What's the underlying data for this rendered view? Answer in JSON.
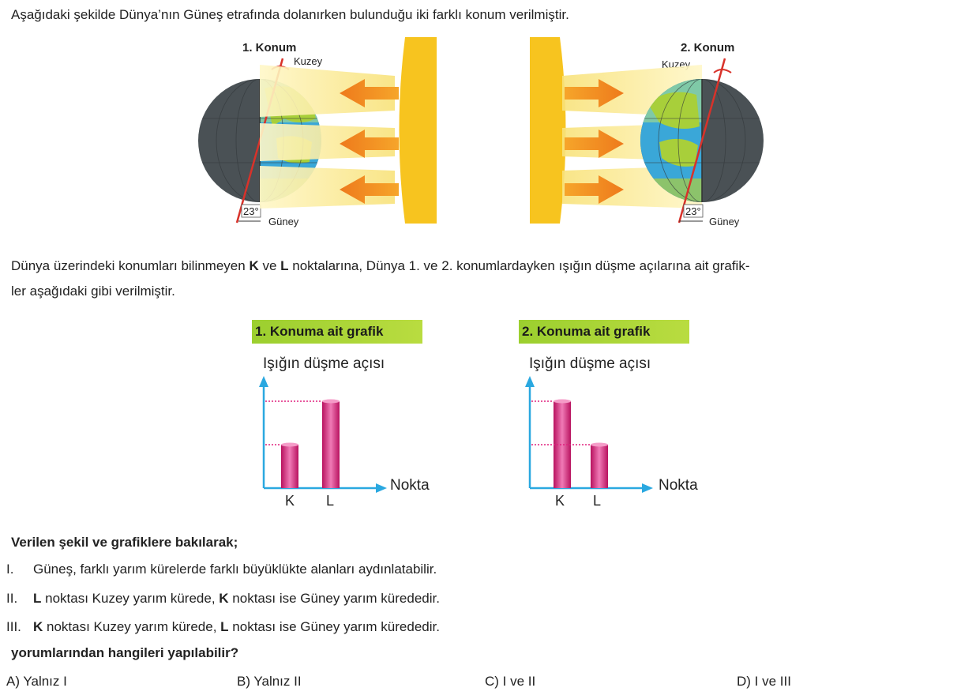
{
  "intro": "Aşağıdaki şekilde Dünya’nın Güneş etrafında dolanırken bulunduğu iki farklı konum verilmiştir.",
  "figure": {
    "position1": {
      "title": "1. Konum",
      "north": "Kuzey",
      "south": "Güney",
      "tilt": "23°"
    },
    "position2": {
      "title": "2. Konum",
      "north": "Kuzey",
      "south": "Güney",
      "tilt": "23°"
    }
  },
  "paragraph": {
    "part1": "Dünya üzerindeki konumları bilinmeyen ",
    "k": "K",
    "part2": " ve ",
    "l": "L",
    "part3": " noktalarına, Dünya 1. ve 2. konumlardayken ışığın düşme açılarına ait grafik-",
    "line2": "ler aşağıdaki gibi verilmiştir."
  },
  "graphs": {
    "graph1": {
      "title": "1. Konuma ait grafik",
      "ylabel": "Işığın düşme açısı",
      "xlabel": "Nokta",
      "k": "K",
      "l": "L"
    },
    "graph2": {
      "title": "2. Konuma ait grafik",
      "ylabel": "Işığın düşme açısı",
      "xlabel": "Nokta",
      "k": "K",
      "l": "L"
    }
  },
  "chart_data": [
    {
      "type": "bar",
      "title": "1. Konuma ait grafik",
      "ylabel": "Işığın düşme açısı",
      "xlabel": "Nokta",
      "categories": [
        "K",
        "L"
      ],
      "values": [
        0.5,
        1.0
      ]
    },
    {
      "type": "bar",
      "title": "2. Konuma ait grafik",
      "ylabel": "Işığın düşme açısı",
      "xlabel": "Nokta",
      "categories": [
        "K",
        "L"
      ],
      "values": [
        1.0,
        0.5
      ]
    }
  ],
  "question": {
    "lead": "Verilen şekil ve grafiklere bakılarak;",
    "s1_num": "I.",
    "s1_text": "Güneş, farklı yarım kürelerde farklı büyüklükte alanları aydınlatabilir.",
    "s2_num": "II.",
    "s2_a": "L",
    "s2_b": " noktası Kuzey yarım kürede, ",
    "s2_c": "K",
    "s2_d": " noktası ise Güney yarım kürededir.",
    "s3_num": "III.",
    "s3_a": "K",
    "s3_b": " noktası Kuzey yarım kürede, ",
    "s3_c": "L",
    "s3_d": " noktası ise Güney yarım kürededir.",
    "ask": "yorumlarından hangileri yapılabilir?"
  },
  "choices": [
    "A) Yalnız I",
    "B) Yalnız II",
    "C) I ve II",
    "D) I ve III"
  ],
  "colors": {
    "sun": "#f7c41f",
    "arrow": "#f08a1e",
    "bar": "#e0207e",
    "axis": "#2aa8e0",
    "graphTitle": "#a6d436",
    "earthDark": "#4a5155",
    "ocean": "#3aa7d8",
    "land": "#a8cf3a"
  }
}
